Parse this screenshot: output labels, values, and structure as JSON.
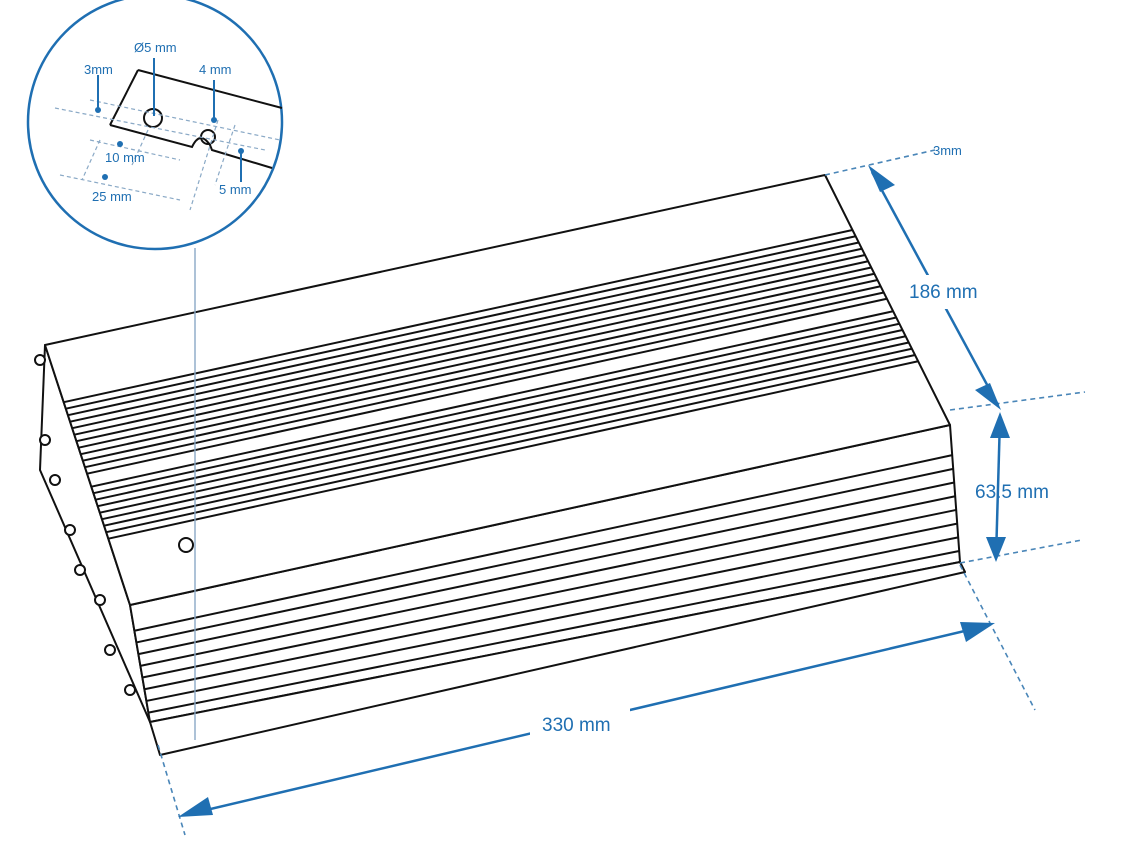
{
  "dimensions": {
    "depth": "186 mm",
    "height": "63.5 mm",
    "length": "330 mm",
    "flange_thickness": "3mm"
  },
  "detail": {
    "hole_diameter": "Ø5 mm",
    "edge_offset": "3mm",
    "slot_width": "4 mm",
    "hole_offset": "10 mm",
    "slot_offset": "25 mm",
    "slot_depth": "5 mm"
  },
  "colors": {
    "dimension": "#1f6fb2",
    "outline": "#111111"
  }
}
